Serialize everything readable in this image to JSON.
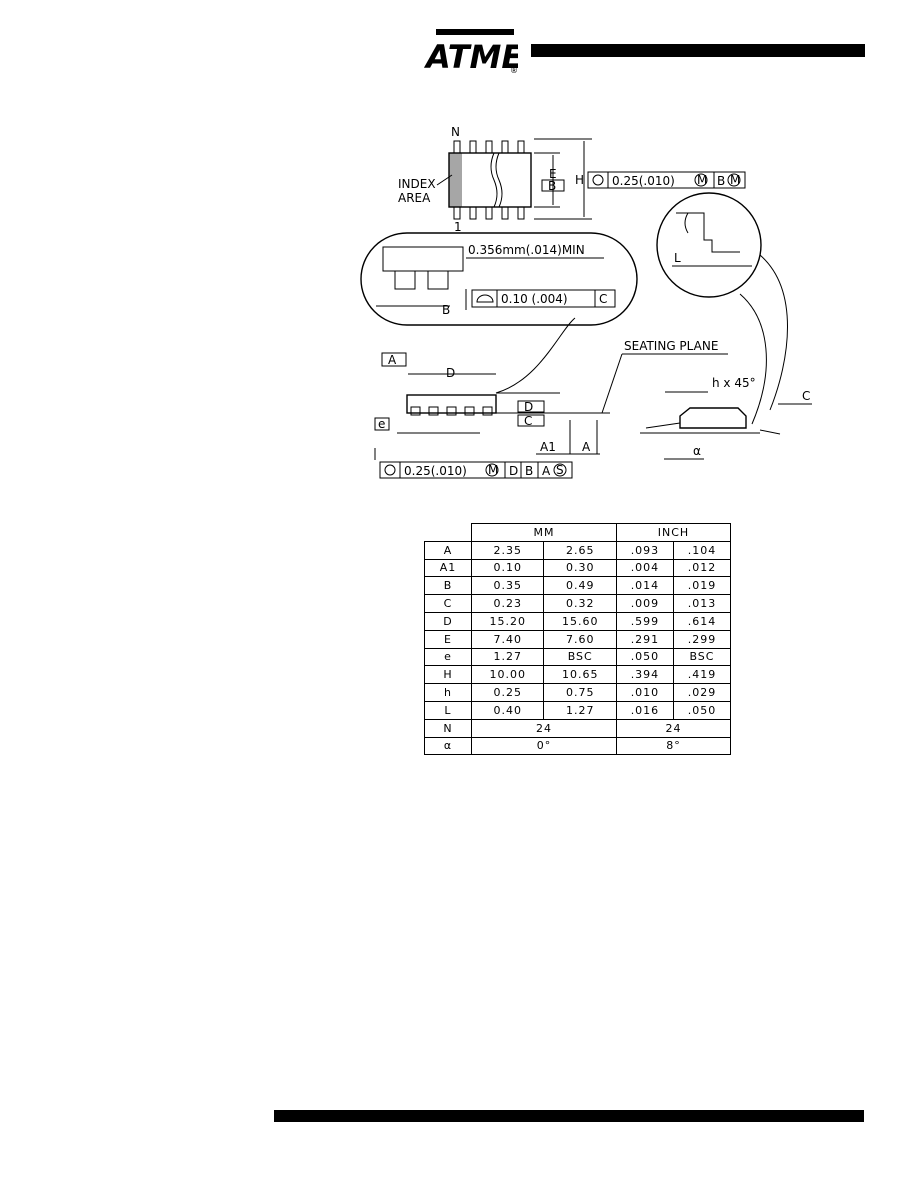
{
  "header": {
    "logo_text": "ATMEL",
    "registered_mark": "®"
  },
  "drawing": {
    "labels": {
      "pin_n": "N",
      "pin_1": "1",
      "index_area_1": "INDEX",
      "index_area_2": "AREA",
      "dim_e_upper": "E",
      "datum_b": "B",
      "dim_h": "H",
      "fcf_top_value": "0.25(.010)",
      "fcf_top_mod": "M",
      "fcf_top_datum": "B",
      "fcf_top_datum_mod": "M",
      "min_thickness": "0.356mm(.014)MIN",
      "detail_b": "B",
      "flatness_value": "0.10 (.004)",
      "flatness_datum": "C",
      "datum_a": "A",
      "dim_d": "D",
      "seating_plane": "SEATING PLANE",
      "datum_d": "D",
      "datum_c": "C",
      "dim_e_pitch": "e",
      "dim_a1": "A1",
      "dim_a": "A",
      "fcf_bottom_value": "0.25(.010)",
      "fcf_bottom_mod": "M",
      "fcf_bottom_d1": "D",
      "fcf_bottom_d2": "B",
      "fcf_bottom_d3": "A",
      "fcf_bottom_d3_mod": "S",
      "dim_l": "L",
      "chamfer": "h x 45°",
      "dim_c": "C",
      "angle": "α"
    }
  },
  "table": {
    "headers": {
      "mm": "MM",
      "inch": "INCH"
    },
    "rows": [
      {
        "sym": "A",
        "mm_min": "2.35",
        "mm_max": "2.65",
        "in_min": ".093",
        "in_max": ".104"
      },
      {
        "sym": "A1",
        "mm_min": "0.10",
        "mm_max": "0.30",
        "in_min": ".004",
        "in_max": ".012"
      },
      {
        "sym": "B",
        "mm_min": "0.35",
        "mm_max": "0.49",
        "in_min": ".014",
        "in_max": ".019"
      },
      {
        "sym": "C",
        "mm_min": "0.23",
        "mm_max": "0.32",
        "in_min": ".009",
        "in_max": ".013"
      },
      {
        "sym": "D",
        "mm_min": "15.20",
        "mm_max": "15.60",
        "in_min": ".599",
        "in_max": ".614"
      },
      {
        "sym": "E",
        "mm_min": "7.40",
        "mm_max": "7.60",
        "in_min": ".291",
        "in_max": ".299"
      },
      {
        "sym": "e",
        "mm_min": "1.27",
        "mm_max": "BSC",
        "in_min": ".050",
        "in_max": "BSC"
      },
      {
        "sym": "H",
        "mm_min": "10.00",
        "mm_max": "10.65",
        "in_min": ".394",
        "in_max": ".419"
      },
      {
        "sym": "h",
        "mm_min": "0.25",
        "mm_max": "0.75",
        "in_min": ".010",
        "in_max": ".029"
      },
      {
        "sym": "L",
        "mm_min": "0.40",
        "mm_max": "1.27",
        "in_min": ".016",
        "in_max": ".050"
      }
    ],
    "row_n": {
      "sym": "N",
      "mm": "24",
      "inch": "24"
    },
    "row_alpha": {
      "sym": "α",
      "mm": "0°",
      "inch": "8°"
    }
  }
}
